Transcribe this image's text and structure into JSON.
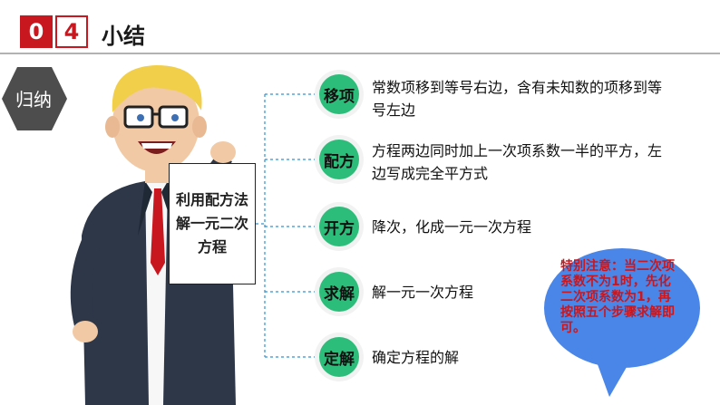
{
  "header": {
    "num_first": "0",
    "num_second": "4",
    "title": "小结"
  },
  "section_tag": "归纳",
  "card_text": "利用配方法解一元二次方程",
  "steps": [
    {
      "label": "移项",
      "text": "常数项移到等号右边，含有未知数的项移到等号左边"
    },
    {
      "label": "配方",
      "text": "方程两边同时加上一次项系数一半的平方，左边写成完全平方式"
    },
    {
      "label": "开方",
      "text": "降次，化成一元一次方程"
    },
    {
      "label": "求解",
      "text": "解一元一次方程"
    },
    {
      "label": "定解",
      "text": "确定方程的解"
    }
  ],
  "note": "特别注意：当二次项系数不为1时，先化二次项系数为1，再按照五个步骤求解即可。",
  "colors": {
    "accent": "#c8171e",
    "step": "#2dbd7a",
    "bubble": "#4a86e8",
    "hex": "#4d4d4d"
  }
}
